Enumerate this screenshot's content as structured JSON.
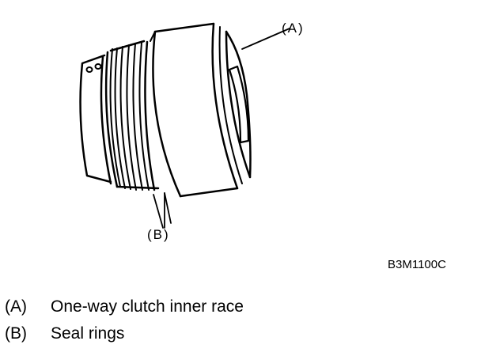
{
  "figure": {
    "callouts": {
      "a": "(A)",
      "b": "(B)"
    },
    "code": "B3M1100C"
  },
  "legend": [
    {
      "key": "(A)",
      "text": "One-way clutch inner race"
    },
    {
      "key": "(B)",
      "text": "Seal rings"
    }
  ]
}
